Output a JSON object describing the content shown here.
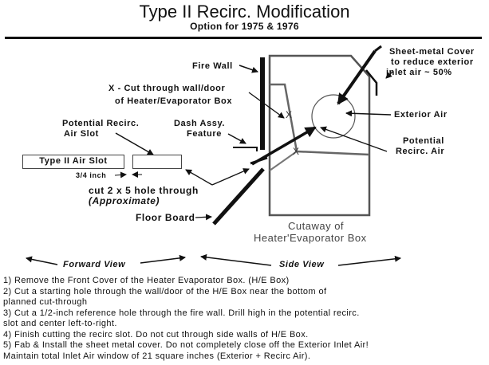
{
  "header": {
    "title": "Type II Recirc. Modification",
    "subtitle": "Option for 1975 & 1976"
  },
  "labels": {
    "fire_wall": "Fire Wall",
    "cut_through_line1": "X - Cut through wall/door",
    "cut_through_line2": "of Heater/Evaporator Box",
    "potential_slot_line1": "Potential Recirc.",
    "potential_slot_line2": "Air Slot",
    "dash_line1": "Dash Assy.",
    "dash_line2": "Feature",
    "type2_slot": "Type II Air Slot",
    "three_quarter": "3/4 inch",
    "cut_hole": "cut 2 x 5 hole through",
    "approximate": "(Approximate)",
    "floor_board": "Floor Board",
    "sheet_metal_line1": "Sheet-metal Cover",
    "sheet_metal_line2": "to reduce exterior",
    "sheet_metal_line3": "inlet air ~ 50%",
    "exterior_air": "Exterior Air",
    "potential_recirc_line1": "Potential",
    "potential_recirc_line2": "Recirc. Air",
    "cutaway_line1": "Cutaway of",
    "cutaway_line2": "Heater'Evaporator Box",
    "forward_view": "Forward View",
    "side_view": "Side View"
  },
  "steps": [
    "1) Remove the Front Cover of the Heater Evaporator Box.  (H/E Box)",
    "2) Cut a starting hole through the wall/door of the H/E Box near the bottom of",
    "planned cut-through",
    "3) Cut a 1/2-inch reference hole through the fire wall.  Drill high in the potential recirc.",
    "slot and center left-to-right.",
    "4) Finish cutting the recirc slot.  Do not cut through side walls of H/E Box.",
    "5) Fab & Install the sheet metal cover.  Do not completely close off the Exterior Inlet Air!",
    "Maintain total Inlet Air window of 21 square inches (Exterior + Recirc Air)."
  ]
}
